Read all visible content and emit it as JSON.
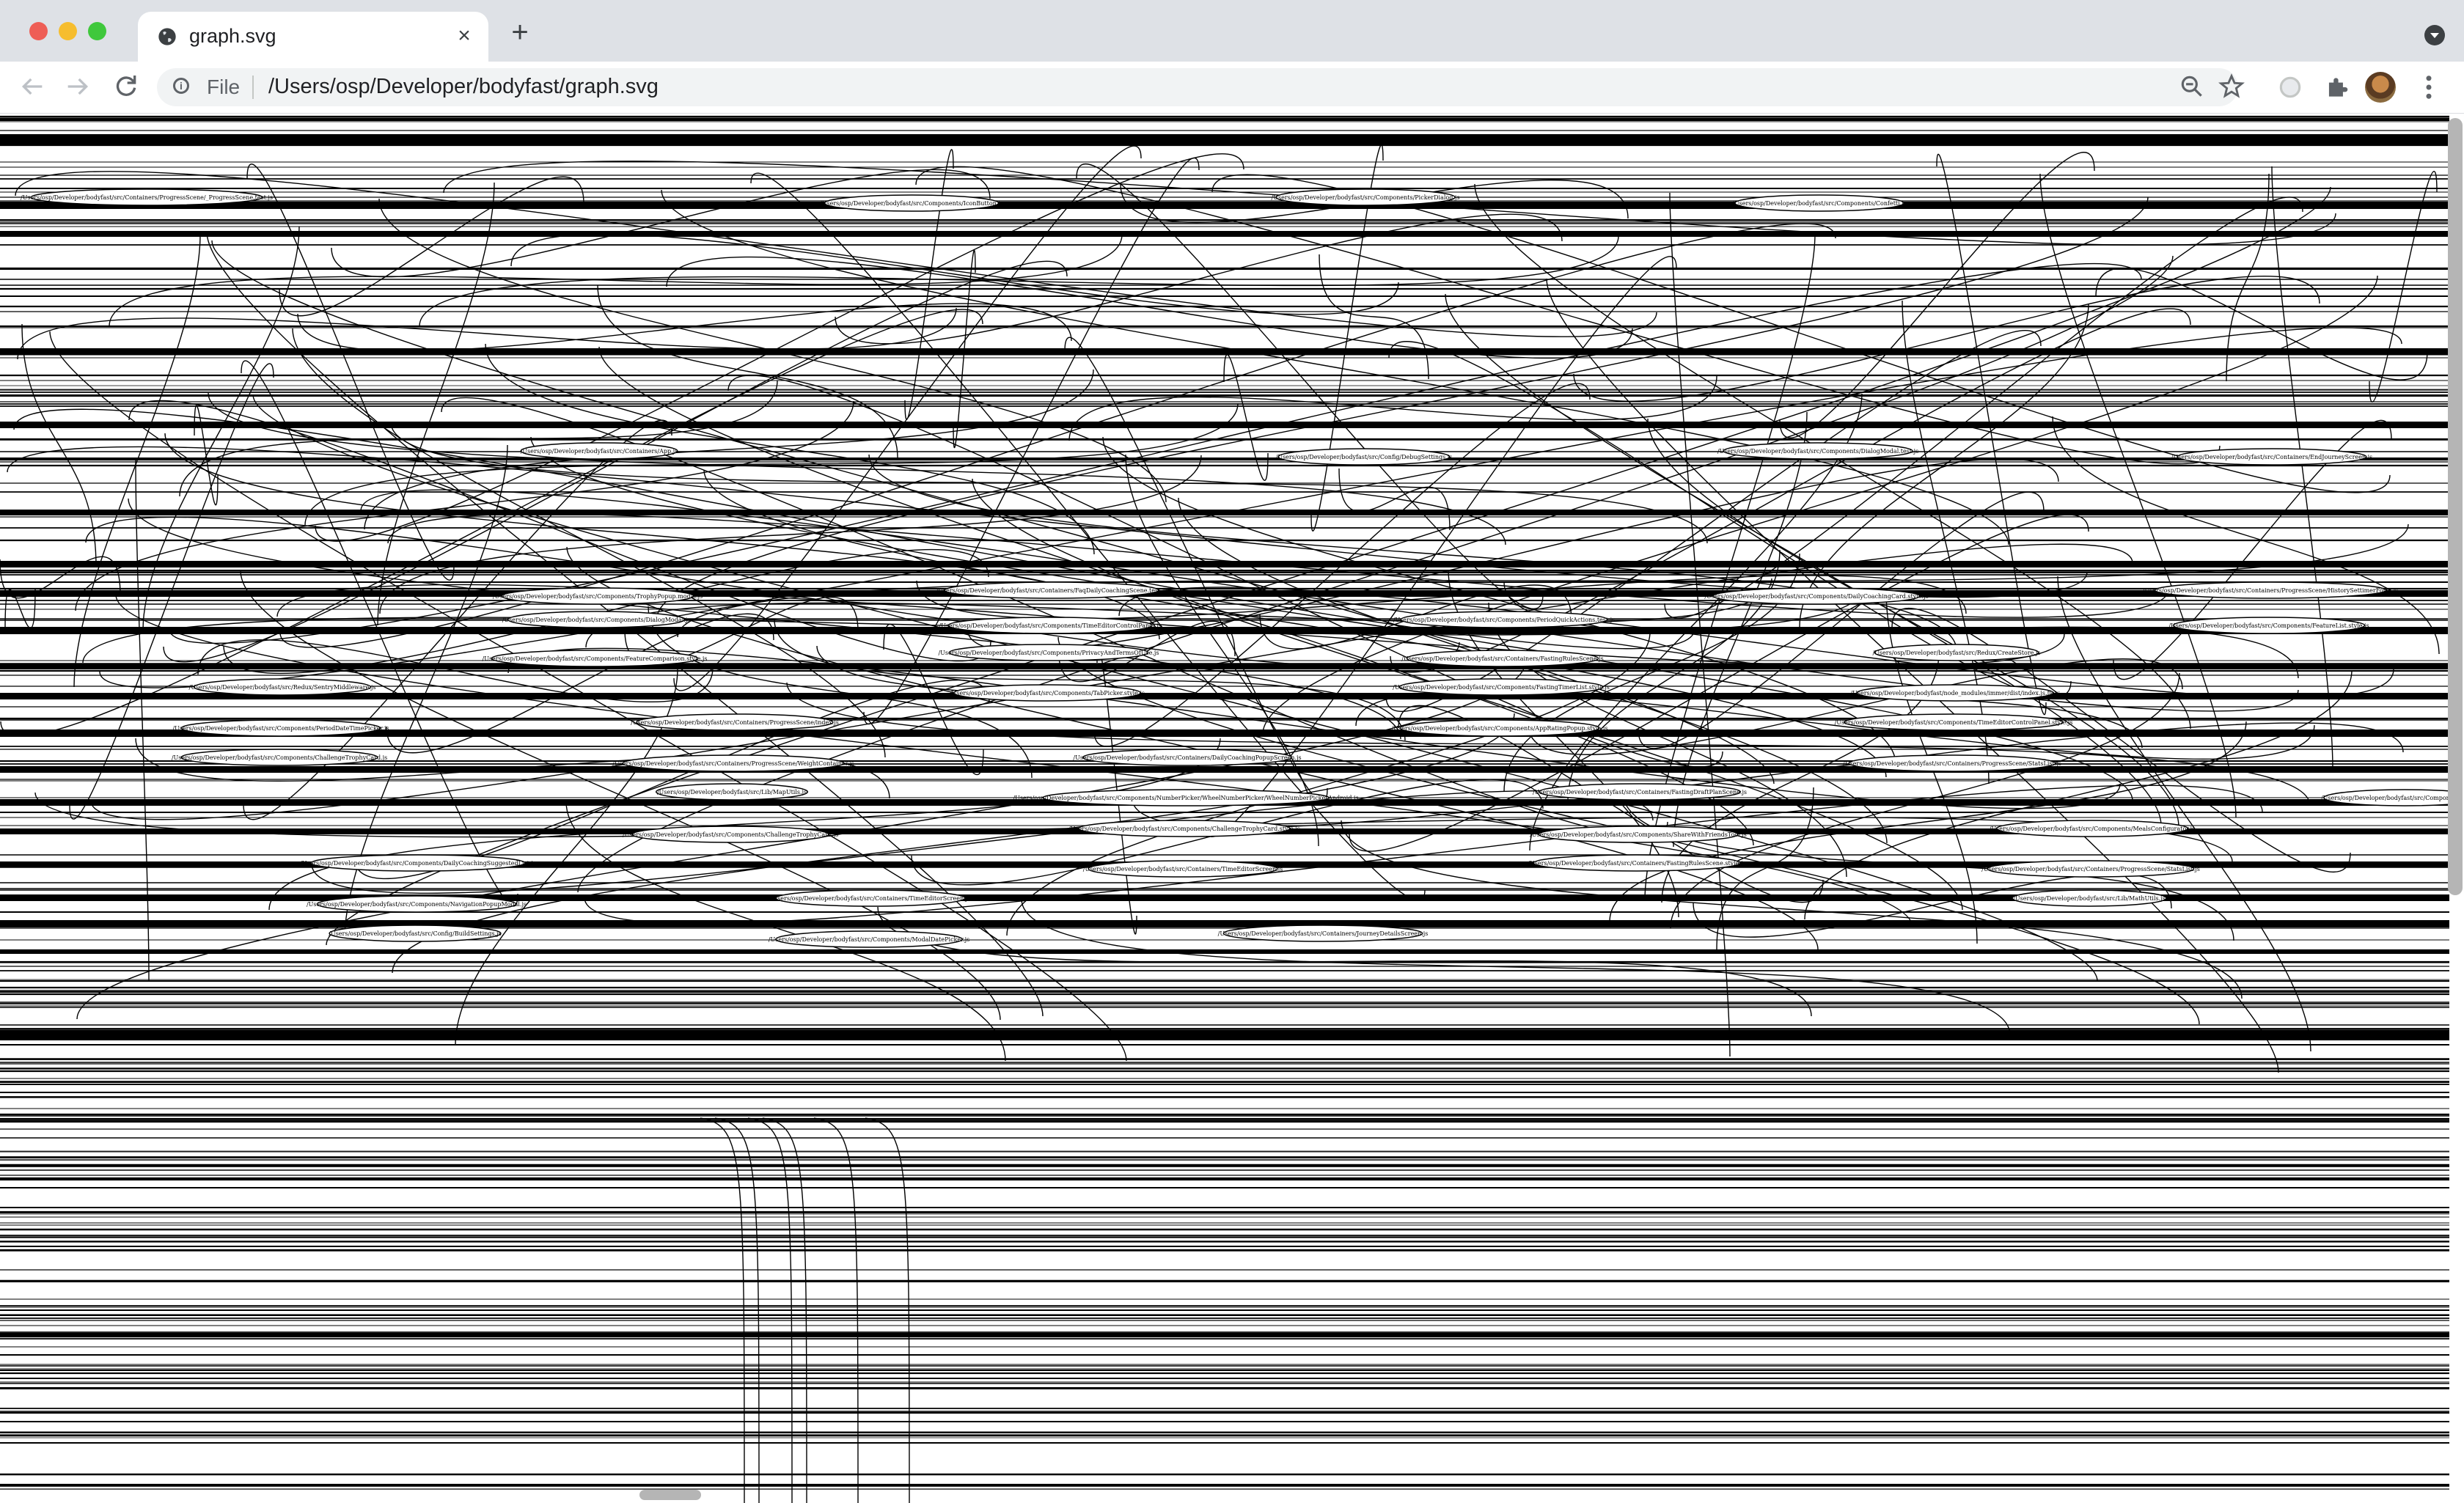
{
  "browser": {
    "tab_title": "graph.svg",
    "url_scheme": "File",
    "url": "/Users/osp/Developer/bodyfast/graph.svg"
  },
  "graph": {
    "node_labels": [
      "/Users/osp/Developer/bodyfast/src/Containers/ProgressScene/_ProgressScene.test.js",
      "/Users/osp/Developer/bodyfast/src/Containers/App.js",
      "/Users/osp/Developer/bodyfast/src/Containers/FaqDailyCoachingScene.test.js",
      "/Users/osp/Developer/bodyfast/src/Components/PeriodQuickActions.test.js",
      "/Users/osp/Developer/bodyfast/src/Redux/CreateStore.js",
      "/Users/osp/Developer/bodyfast/src/Redux/SentryMiddleware.js",
      "/Users/osp/Developer/bodyfast/src/Containers/ProgressScene/index.js",
      "/Users/osp/Developer/bodyfast/src/Containers/DailyCoachingPopupScreen.js",
      "/Users/osp/Developer/bodyfast/src/Containers/FastingDraftPlanScene.js",
      "/Users/osp/Developer/bodyfast/src/Components/MealsConfigurator.js",
      "/Users/osp/Developer/bodyfast/src/Components/DailyCoachingSuggestedList.js",
      "/Users/osp/Developer/bodyfast/src/Containers/TimeEditorScreen.js",
      "/Users/osp/Developer/bodyfast/src/Containers/JourneyDetailsScreen.js",
      "/Users/osp/Developer/bodyfast/src/Components/Confetti.js",
      "/Users/osp/Developer/bodyfast/src/Containers/EndJourneyScreen.js",
      "/Users/osp/Developer/bodyfast/src/Components/TrophyPopup.modal.js",
      "/Users/osp/Developer/bodyfast/src/Components/TimeEditorControlPanel.js",
      "/Users/osp/Developer/bodyfast/src/Containers/FastingRulesScene.js",
      "/Users/osp/Developer/bodyfast/node_modules/immer/dist/index.js.flow",
      "/Users/osp/Developer/bodyfast/src/Components/PeriodDateTimePicker.js",
      "/Users/osp/Developer/bodyfast/src/Containers/ProgressScene/WeightContainer.js",
      "/Users/osp/Developer/bodyfast/src/Components/NumberPicker/WheelNumberPicker/WheelNumberPickerAndroid.js",
      "/Users/osp/Developer/bodyfast/src/Components/ShareWithFriendsTool.js",
      "/Users/osp/Developer/bodyfast/src/Containers/ProgressScene/StatsList.js",
      "/Users/osp/Developer/bodyfast/src/Components/NavigationPopupModal.js",
      "/Users/osp/Developer/bodyfast/src/Components/ModalDatePicker.js",
      "/Users/osp/Developer/bodyfast/src/Components/PickerDialog.js",
      "/Users/osp/Developer/bodyfast/src/Components/DialogModal.test.js",
      "/Users/osp/Developer/bodyfast/src/Containers/ProgressScene/HistorySettimerForm.js",
      "/Users/osp/Developer/bodyfast/src/Components/DialogModal.js",
      "/Users/osp/Developer/bodyfast/src/Components/PrivacyAndTermsOfUse.js",
      "/Users/osp/Developer/bodyfast/src/Components/FastingTimerList.style.js",
      "/Users/osp/Developer/bodyfast/src/Components/TimeEditorControlPanel.style.js",
      "/Users/osp/Developer/bodyfast/src/Components/ChallengeTrophyCard.js",
      "/Users/osp/Developer/bodyfast/src/Lib/MapUtils.js",
      "/Users/osp/Developer/bodyfast/src/Components/ChallengeTrophyCard.style.js",
      "/Users/osp/Developer/bodyfast/src/Containers/FastingRulesScene.style.js",
      "/Users/osp/Developer/bodyfast/src/Lib/MathUtils.js",
      "/Users/osp/Developer/bodyfast/src/Config/BuildSettings.js",
      "/Users/osp/Developer/bodyfast/src/Components/IconButton.js",
      "/Users/osp/Developer/bodyfast/src/Config/DebugSettings.js",
      "/Users/osp/Developer/bodyfast/src/Components/DailyCoachingCard.style.js",
      "/Users/osp/Developer/bodyfast/src/Components/FeatureList.style.js",
      "/Users/osp/Developer/bodyfast/src/Components/FeatureComparison.style.js",
      "/Users/osp/Developer/bodyfast/src/Components/TabPicker.style.js",
      "/Users/osp/Developer/bodyfast/src/Components/AppRatingPopup.style.js",
      "/Users/osp/Developer/bodyfast/src/Containers/ProgressScene/StatsList.js",
      "/Users/osp/Developer/bodyfast/src/Components/Timer.js",
      "/Users/osp/Developer/bodyfast/src/Components/ChallengeTrophyCard.js",
      "/Users/osp/Developer/bodyfast/src/Containers/TimeEditorScreen.js"
    ]
  },
  "icons": {
    "back": "arrow-left",
    "forward": "arrow-right",
    "reload": "reload",
    "info": "info",
    "zoom": "zoom-out",
    "bookmark": "star",
    "extension1": "circle",
    "extension2": "puzzle",
    "menu": "three-dots"
  }
}
